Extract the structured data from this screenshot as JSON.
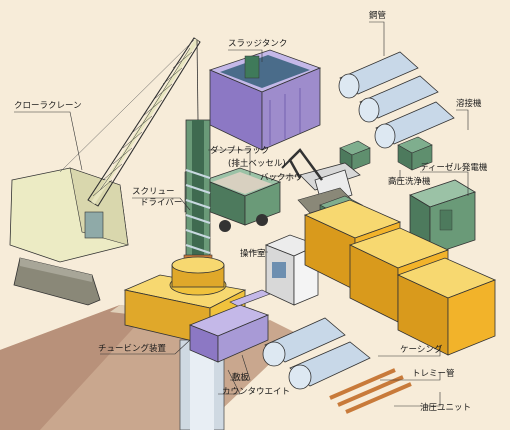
{
  "labels": {
    "crawler_crane": "クローラクレーン",
    "sludge_tank": "スラッジタンク",
    "steel_pipe": "鋼管",
    "welder": "溶接機",
    "dump_truck": "ダンプトラック",
    "soil_vessel": "(排土ベッセル)",
    "backhoe": "バックホウ",
    "high_pressure_washer": "高圧洗浄機",
    "diesel_generator": "ディーゼル発電機",
    "screw_driver": "スクリュー\nドライバー",
    "control_room": "操作室",
    "tubing_device": "チュービング装置",
    "casing": "ケーシング",
    "tremie_pipe": "トレミー管",
    "base_plate": "敷板",
    "counterweight": "カウンタウエイト",
    "hydraulic_unit": "油圧ユニット"
  },
  "colors": {
    "background": "#f7ecd9",
    "ground": "#c9a78e",
    "crane_body": "#ecebc4",
    "track": "#8a8878",
    "tank": "#9e8ccc",
    "pipe": "#c8d8e8",
    "machine_green": "#5f8f6e",
    "generator_yellow": "#f2b32a",
    "tubing_yellow": "#f0c23c",
    "weight_purple": "#a89ad6",
    "tremie_orange": "#c87a3a"
  }
}
